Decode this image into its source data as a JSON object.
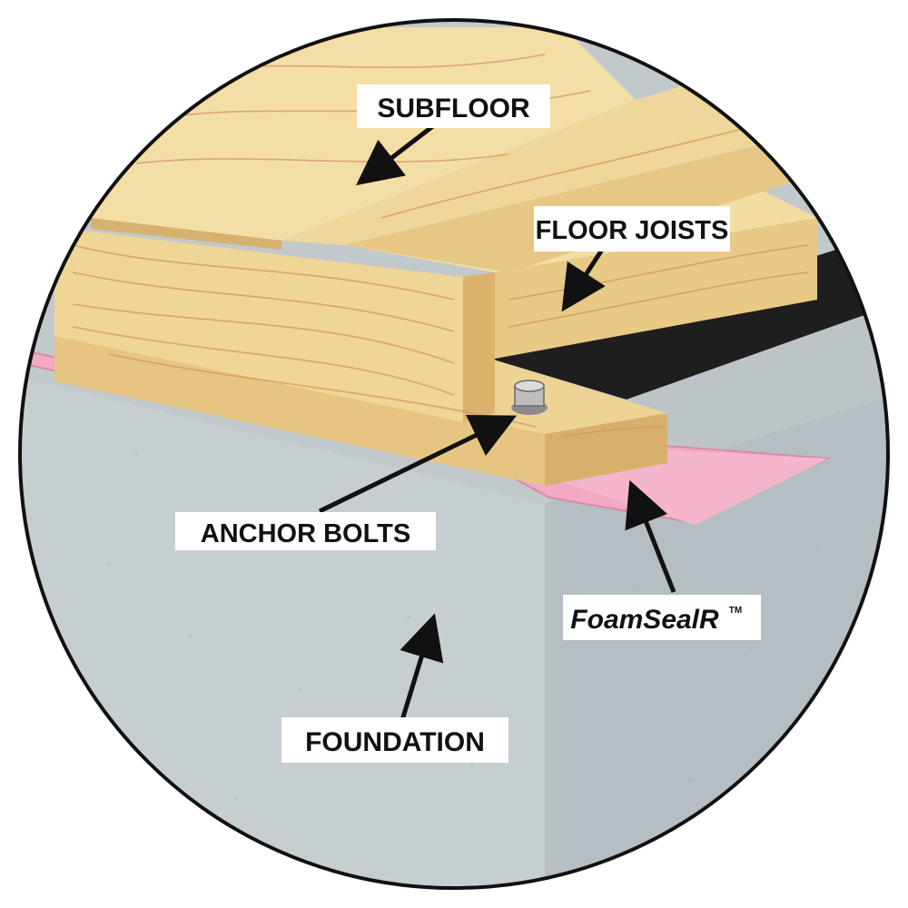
{
  "labels": {
    "subfloor": "SUBFLOOR",
    "floor_joists": "FLOOR JOISTS",
    "anchor_bolts": "ANCHOR BOLTS",
    "foamsealr": "FoamSealR",
    "trademark": "TM",
    "foundation": "FOUNDATION"
  },
  "colors": {
    "wood_light": "#f0d99a",
    "wood_mid": "#e3c27a",
    "wood_dark": "#c99a55",
    "wood_grain": "#d19562",
    "pink_sill_seal": "#f2a9c4",
    "concrete_light": "#c2c9cc",
    "concrete_shadow": "#a9b2b6",
    "shadow_dark": "#202020",
    "outline": "#111111",
    "label_bg": "#ffffff"
  }
}
